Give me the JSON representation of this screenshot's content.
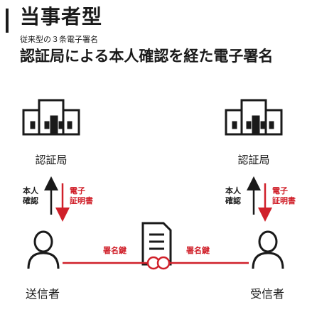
{
  "header": {
    "title": "当事者型",
    "subtitle_small": "従来型の３条電子署名",
    "subtitle_main": "認証局による本人確認を経た電子署名"
  },
  "diagram": {
    "ca_left_label": "認証局",
    "ca_right_label": "認証局",
    "left_identity_label": [
      "本人",
      "確認"
    ],
    "left_cert_label": [
      "電子",
      "証明書"
    ],
    "right_identity_label": [
      "本人",
      "確認"
    ],
    "right_cert_label": [
      "電子",
      "証明書"
    ],
    "sign_key_left": "署名鍵",
    "sign_key_right": "署名鍵",
    "sender_label": "送信者",
    "receiver_label": "受信者"
  },
  "colors": {
    "ink": "#1a1a1a",
    "accent": "#d0202a"
  }
}
